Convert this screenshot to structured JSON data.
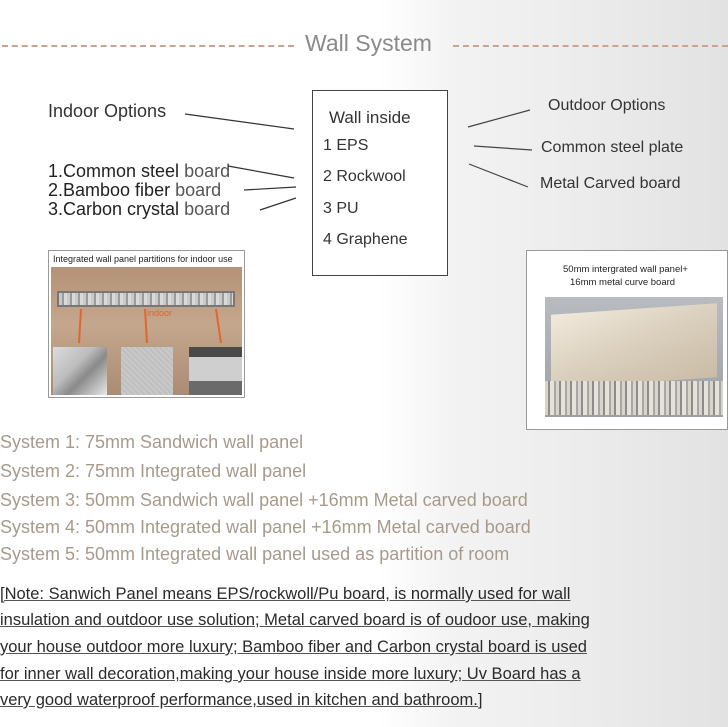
{
  "title": "Wall System",
  "indoor": {
    "heading": "Indoor Options",
    "items": [
      {
        "num": "1.",
        "strong": "Common steel",
        "soft": " board"
      },
      {
        "num": "2.",
        "strong": "Bamboo fiber",
        "soft": " board"
      },
      {
        "num": "3.",
        "strong": "Carbon crystal",
        "soft": " board"
      }
    ]
  },
  "wall_inside": {
    "heading": "Wall inside",
    "items": [
      "1 EPS",
      "2 Rockwool",
      "3 PU",
      "4 Graphene"
    ]
  },
  "outdoor": {
    "heading": "Outdoor Options",
    "items": [
      "Common steel plate",
      "Metal Carved board"
    ]
  },
  "photo_indoor": {
    "caption": "Integrated wall panel partitions for indoor use",
    "tag": "indoor"
  },
  "photo_outdoor": {
    "caption_line1": "50mm intergrated wall panel+",
    "caption_line2": "16mm metal curve board"
  },
  "systems": [
    "System 1:  75mm Sandwich wall panel",
    "System 2:  75mm Integrated wall panel",
    "System 3:  50mm Sandwich wall panel +16mm Metal carved board",
    "System 4:  50mm Integrated wall panel +16mm Metal carved board",
    "System 5:  50mm Integrated wall panel used as partition of room"
  ],
  "note_lines": [
    "[Note:  Sanwich Panel means EPS/rockwoll/Pu board, is normally used for wall",
    "insulation and outdoor use solution; Metal carved board is of oudoor use, making",
    "your house outdoor more luxury; Bamboo fiber and Carbon crystal board is used",
    "for inner wall decoration,making your house inside more luxury; Uv Board has a",
    "very good waterproof performance,used in kitchen and bathroom.]"
  ],
  "colors": {
    "title_dash": "#c9a48e",
    "system_text": "#a79a8b",
    "indoor_arrow": "#e2662a"
  }
}
